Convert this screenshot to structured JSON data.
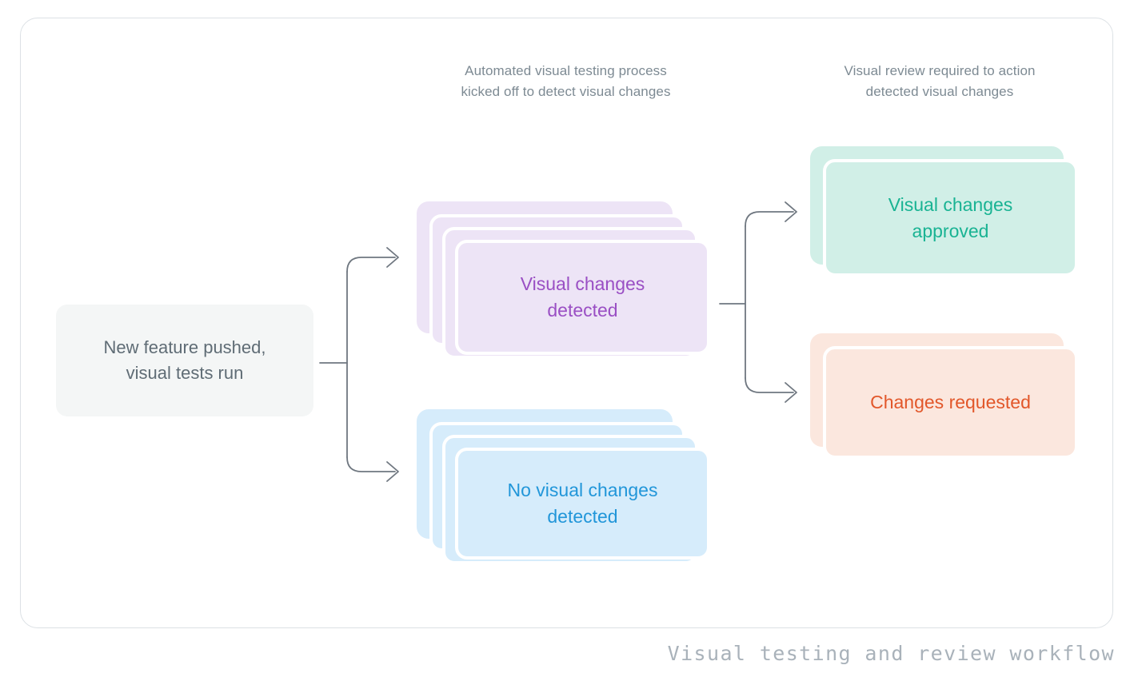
{
  "figure": {
    "caption": "Visual testing and review workflow",
    "caption_color": "#a9b2ba",
    "frame_border_color": "#dce1e5"
  },
  "columns": [
    {
      "id": "automated-testing",
      "caption": "Automated visual testing process\nkicked off to detect visual changes"
    },
    {
      "id": "visual-review",
      "caption": "Visual review required to action\ndetected visual changes"
    }
  ],
  "nodes": {
    "start": {
      "label": "New feature pushed,\nvisual tests run",
      "fill": "#f4f6f6",
      "text_color": "#5f6c75",
      "stack_count": 1
    },
    "changes_detected": {
      "label": "Visual changes\ndetected",
      "fill": "#ede4f6",
      "text_color": "#9a4fc4",
      "stack_count": 4
    },
    "no_changes_detected": {
      "label": "No visual changes\ndetected",
      "fill": "#d6ecfb",
      "text_color": "#2196d9",
      "stack_count": 4
    },
    "changes_approved": {
      "label": "Visual changes\napproved",
      "fill": "#d1efe7",
      "text_color": "#19b393",
      "stack_count": 2
    },
    "changes_requested": {
      "label": "Changes requested",
      "fill": "#fbe7de",
      "text_color": "#e2572a",
      "stack_count": 2
    }
  },
  "edges": [
    {
      "id": "start-to-changes-detected",
      "from": "start",
      "to": "changes_detected",
      "arrow": true
    },
    {
      "id": "start-to-no-changes-detected",
      "from": "start",
      "to": "no_changes_detected",
      "arrow": true
    },
    {
      "id": "changes-detected-to-approved",
      "from": "changes_detected",
      "to": "changes_approved",
      "arrow": true
    },
    {
      "id": "changes-detected-to-requested",
      "from": "changes_detected",
      "to": "changes_requested",
      "arrow": true
    }
  ]
}
